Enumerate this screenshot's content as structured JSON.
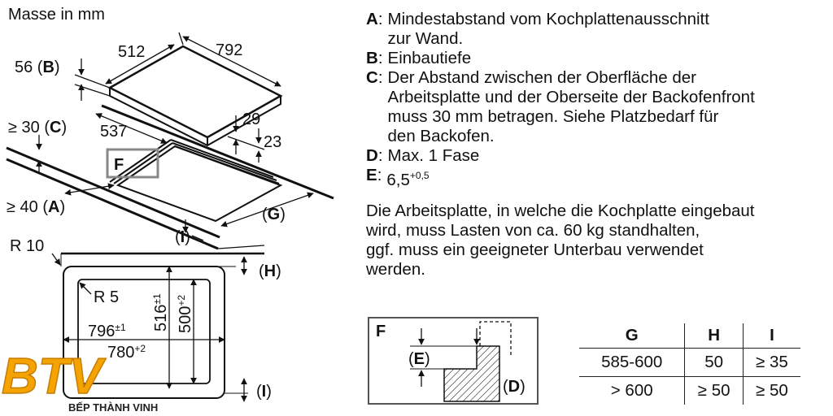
{
  "units_label": "Masse in mm",
  "dimensions": {
    "width_depth": "512",
    "width": "792",
    "b_value": "56",
    "b_key": "B",
    "c_prefix": "≥ 30",
    "c_key": "C",
    "a_prefix": "≥ 40",
    "a_key": "A",
    "depth_537": "537",
    "f_label": "F",
    "d29": "29",
    "d23": "23",
    "g_key": "G",
    "i_key": "I",
    "r10": "R 10",
    "r5": "R 5",
    "h_key": "H",
    "w796": "796",
    "w796_tol": "±1",
    "w780": "780",
    "w780_tol": "+2",
    "d516": "516",
    "d516_tol": "±1",
    "d500": "500",
    "d500_tol": "+2"
  },
  "legend": [
    {
      "key": "A",
      "text": "Mindestabstand vom Kochplattenausschnitt\nzur Wand."
    },
    {
      "key": "B",
      "text": "Einbautiefe"
    },
    {
      "key": "C",
      "text": "Der Abstand zwischen der Oberfläche der\nArbeitsplatte und der Oberseite der Backofenfront\nmuss 30 mm betragen. Siehe Platzbedarf für\nden Backofen."
    },
    {
      "key": "D",
      "text": "Max. 1 Fase"
    },
    {
      "key": "E",
      "text": "6,5",
      "sup": "+0,5"
    }
  ],
  "note": "Die Arbeitsplatte, in welche die Kochplatte eingebaut\nwird, muss Lasten von ca. 60 kg standhalten,\nggf. muss ein geeigneter Unterbau verwendet\nwerden.",
  "detail": {
    "f": "F",
    "e": "E",
    "d": "D"
  },
  "table": {
    "headers": [
      "G",
      "H",
      "I"
    ],
    "rows": [
      [
        "585-600",
        "50",
        "≥ 35"
      ],
      [
        "> 600",
        "≥ 50",
        "≥ 50"
      ]
    ]
  },
  "logo": {
    "mark": "BTV",
    "name": "BẾP THÀNH VINH",
    "color": "#f5a300"
  }
}
